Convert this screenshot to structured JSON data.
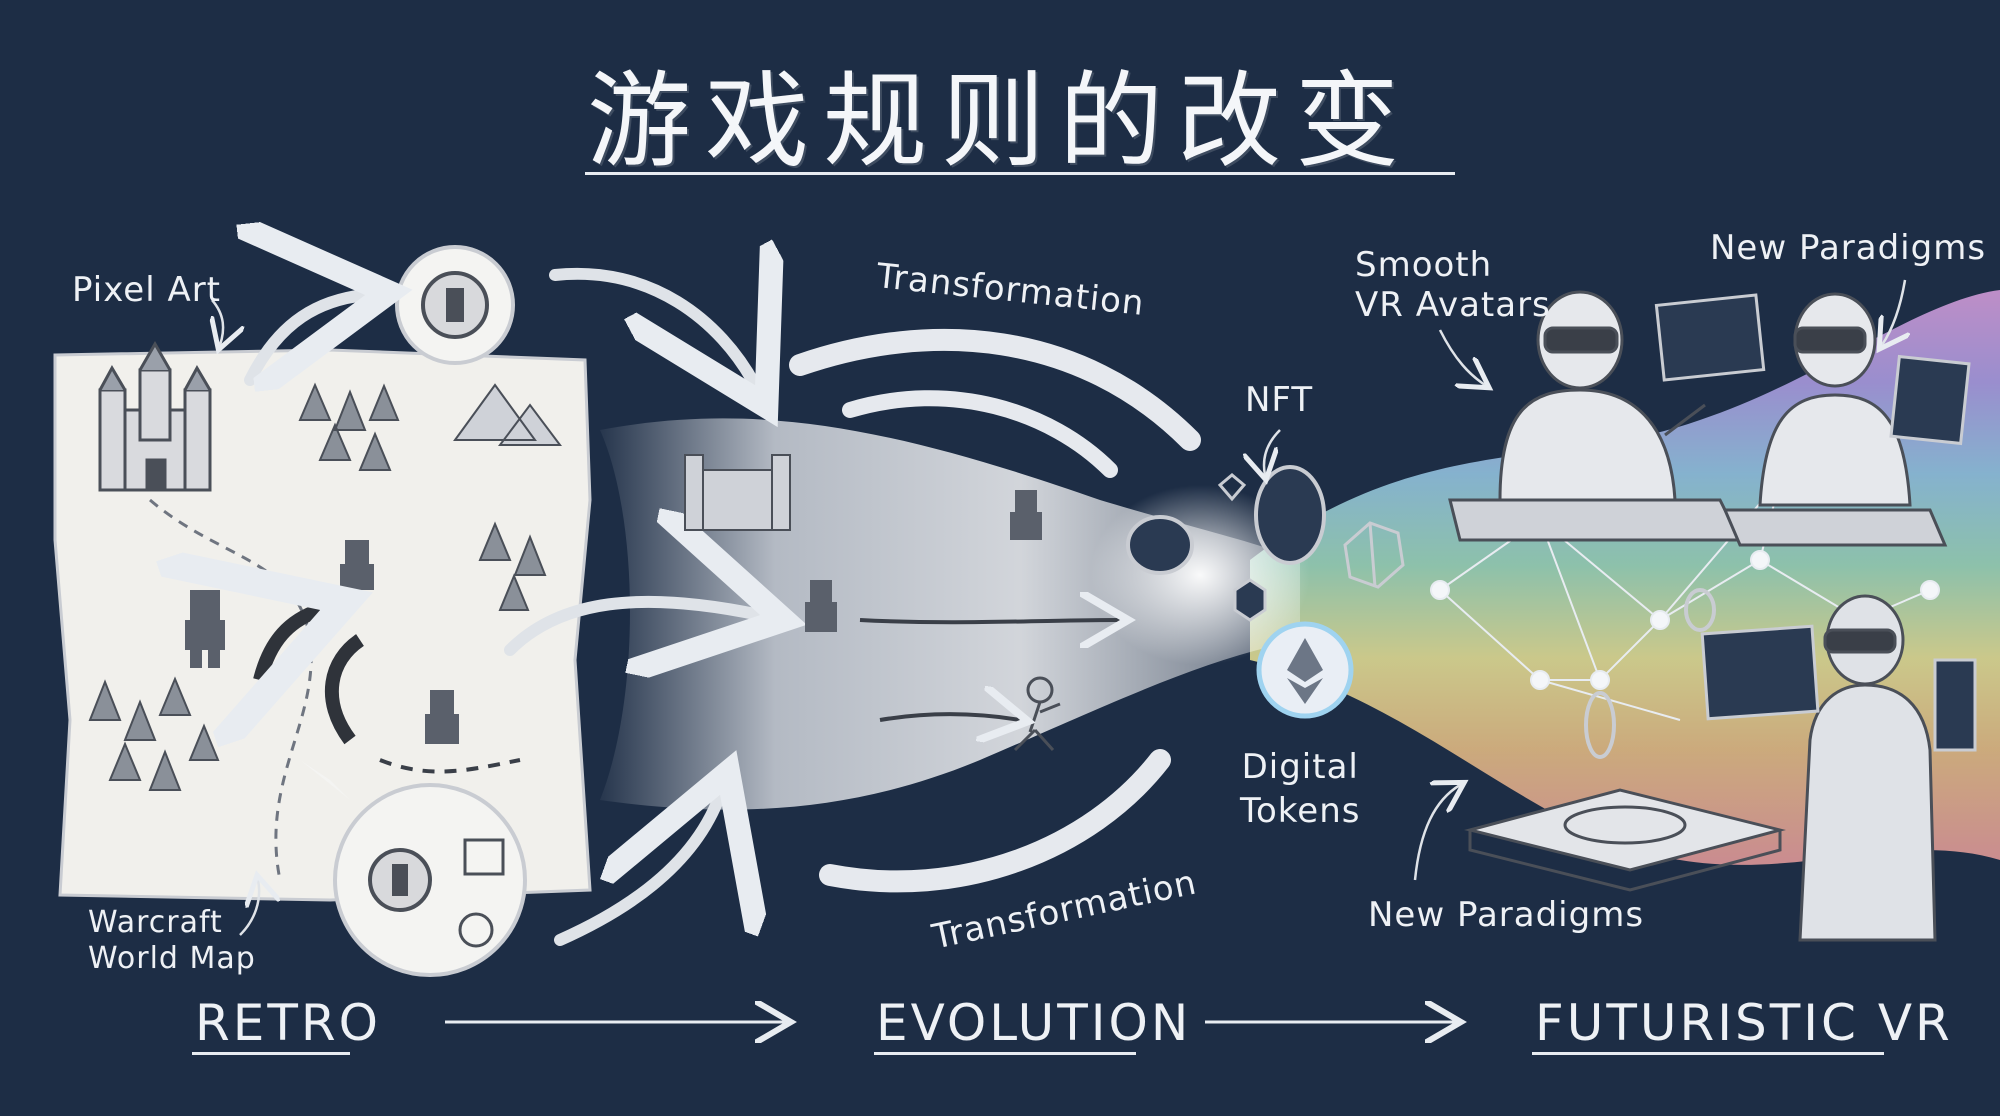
{
  "title": "游戏规则的改变",
  "annotations": {
    "pixel_art": "Pixel Art",
    "warcraft_world_map": "Warcraft\nWorld Map",
    "transformation_top": "Transformation",
    "transformation_bottom": "Transformation",
    "nft": "NFT",
    "smooth_vr_avatars": "Smooth\nVR Avatars",
    "new_paradigms_top": "New Paradigms",
    "digital_tokens": "Digital\nTokens",
    "new_paradigms_bottom": "New Paradigms"
  },
  "stages": {
    "retro": "RETRO",
    "evolution": "EVOLUTION",
    "futuristic_vr": "FUTURISTIC VR"
  },
  "colors": {
    "background": "#1d2d45",
    "chalk": "#eef1f5",
    "parchment": "#f1f0ec",
    "rainbow": [
      "#f5a3a3",
      "#f7c98a",
      "#f6ef9c",
      "#a9e6c4",
      "#9fd3f0",
      "#b9a6f0",
      "#e6a6e8"
    ]
  }
}
